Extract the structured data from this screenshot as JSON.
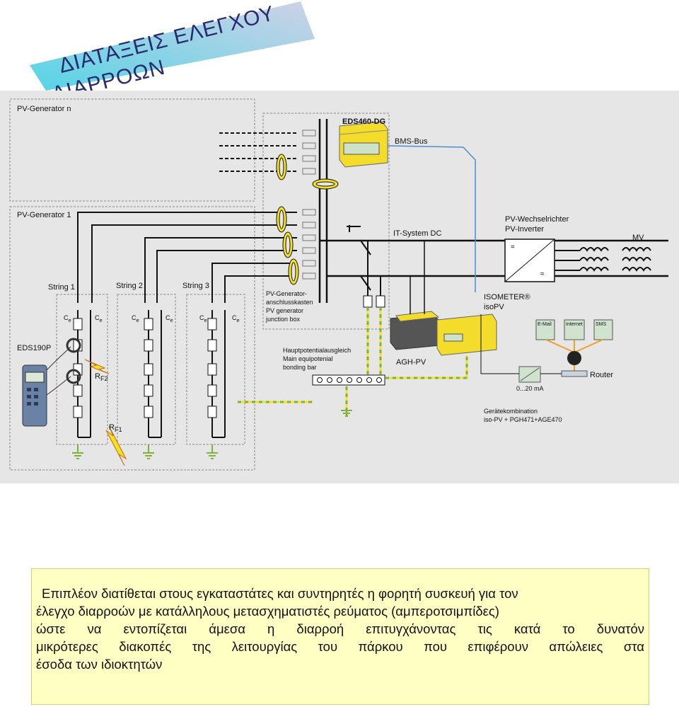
{
  "title": {
    "line1": "ΔΙΑΤΑΞΕΙΣ ΕΛΕΓΧΟΥ",
    "line2": "ΔΙΑΡΡΟΩΝ"
  },
  "colors": {
    "banner_start": "#5fd6e6",
    "banner_end": "#c9cfe3",
    "diagram_bg": "#e6e6e6",
    "highlight_yellow": "#f5e21c",
    "device_yellow": "#f3dc2a",
    "earth_green": "#7fb13c",
    "bus_blue": "#4a8fd0",
    "textbox_bg": "#ffffc4"
  },
  "diagram": {
    "pv_generator_n": "PV-Generator n",
    "pv_generator_1": "PV-Generator 1",
    "eds460": "EDS460-DG",
    "bms_bus": "BMS-Bus",
    "it_system": "IT-System  DC",
    "inverter_de": "PV-Wechselrichter",
    "inverter_en": "PV-Inverter",
    "mv": "MV",
    "isometer1": "ISOMETER®",
    "isometer2": "isoPV",
    "string1": "String 1",
    "string2": "String 2",
    "string3": "String 3",
    "ce": "C",
    "ce_sub": "e",
    "eds190p": "EDS190P",
    "rf2": "R",
    "rf2_sub": "F2",
    "rf1": "R",
    "rf1_sub": "F1",
    "junction_de1": "PV-Generator-",
    "junction_de2": "anschlusskasten",
    "junction_en1": "PV generator",
    "junction_en2": "junction box",
    "bonding_de": "Hauptpotentialausgleich",
    "bonding_en1": "Main equipotenial",
    "bonding_en2": "bonding bar",
    "agh_pv": "AGH-PV",
    "combo1": "Gerätekombination",
    "combo2": "iso-PV + PGH471+AGE470",
    "email": "E-Mail",
    "internet": "Internet",
    "sms": "SMS",
    "router": "Router",
    "current": "0...20 mA"
  },
  "text": {
    "line1": "Επιπλέον διατίθεται στους εγκαταστάτες και συντηρητές η φορητή συσκευή για τον",
    "line2": "έλεγχο διαρροών  με κατάλληλους μετασχηματιστές ρεύματος     (αμπεροτσιμπίδες)",
    "line3": "ώστε να εντοπίζεται άμεσα η διαρροή επιτυγχάνοντας τις κατά το δυνατόν",
    "line4": "μικρότερες διακοπές της λειτουργίας του πάρκου  που επιφέρουν απώλειες  στα",
    "line5": "έσοδα των ιδιοκτητών"
  }
}
